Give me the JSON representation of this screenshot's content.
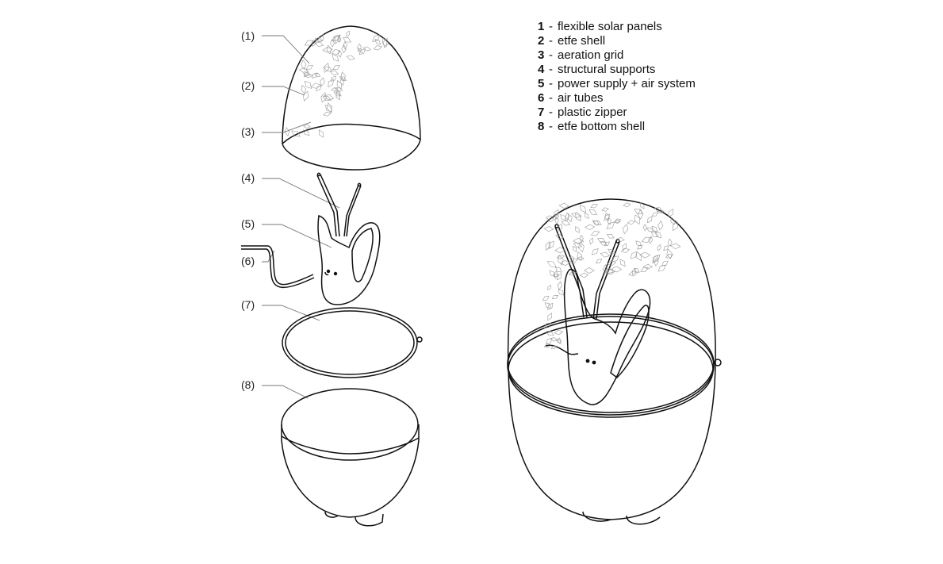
{
  "callouts": {
    "c1": "(1)",
    "c2": "(2)",
    "c3": "(3)",
    "c4": "(4)",
    "c5": "(5)",
    "c6": "(6)",
    "c7": "(7)",
    "c8": "(8)"
  },
  "legend": [
    {
      "num": "1",
      "sep": "-",
      "label": "flexible solar panels"
    },
    {
      "num": "2",
      "sep": "-",
      "label": "etfe shell"
    },
    {
      "num": "3",
      "sep": "-",
      "label": "aeration grid"
    },
    {
      "num": "4",
      "sep": "-",
      "label": "structural supports"
    },
    {
      "num": "5",
      "sep": "-",
      "label": "power supply + air system"
    },
    {
      "num": "6",
      "sep": "-",
      "label": "air tubes"
    },
    {
      "num": "7",
      "sep": "-",
      "label": "plastic zipper"
    },
    {
      "num": "8",
      "sep": "-",
      "label": "etfe bottom shell"
    }
  ],
  "colors": {
    "line": "#111111",
    "leader": "#777777",
    "pattern": "#999999",
    "background": "#ffffff"
  }
}
